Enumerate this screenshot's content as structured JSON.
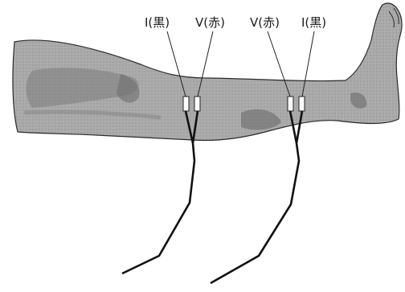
{
  "labels": {
    "left_pair_black": "I(黒)",
    "left_pair_red": "V(赤)",
    "right_pair_red": "V(赤)",
    "right_pair_black": "I(黒)"
  }
}
